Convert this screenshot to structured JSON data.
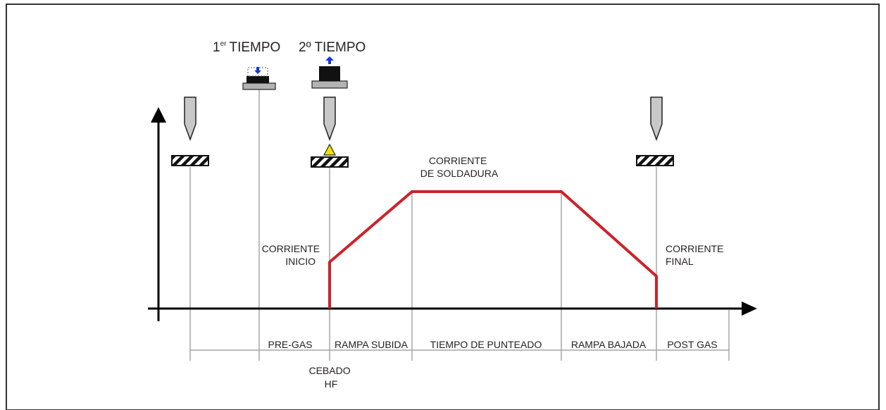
{
  "colors": {
    "frame": "#333333",
    "axis": "#000000",
    "guide": "#a6a6a6",
    "current": "#cc2229",
    "arrow_blue": "#1438d8",
    "spark": "#f2e200",
    "button_base": "#b3b3b3",
    "electrode": "#c8c8c8"
  },
  "header": {
    "first_time": {
      "lead": "1",
      "sup": "er",
      "word": "TIEMPO"
    },
    "second_time": "2º TIEMPO"
  },
  "annotations": {
    "corriente_inicio": [
      "CORRIENTE",
      "INICIO"
    ],
    "corriente_soldadura": [
      "CORRIENTE",
      "DE SOLDADURA"
    ],
    "corriente_final": [
      "CORRIENTE",
      "FINAL"
    ],
    "cebado_hf": [
      "CEBADO",
      "HF"
    ]
  },
  "phases": {
    "pre_gas": "PRE-GAS",
    "rampa_subida": "RAMPA SUBIDA",
    "tiempo_punteado": "TIEMPO DE PUNTEADO",
    "rampa_bajada": "RAMPA BAJADA",
    "post_gas": "POST GAS"
  },
  "icons": {
    "torch": "tig-electrode-icon",
    "workpiece": "hatched-workpiece-icon",
    "press": "trigger-press-icon",
    "release": "trigger-release-icon",
    "arc": "arc-spark-icon"
  }
}
